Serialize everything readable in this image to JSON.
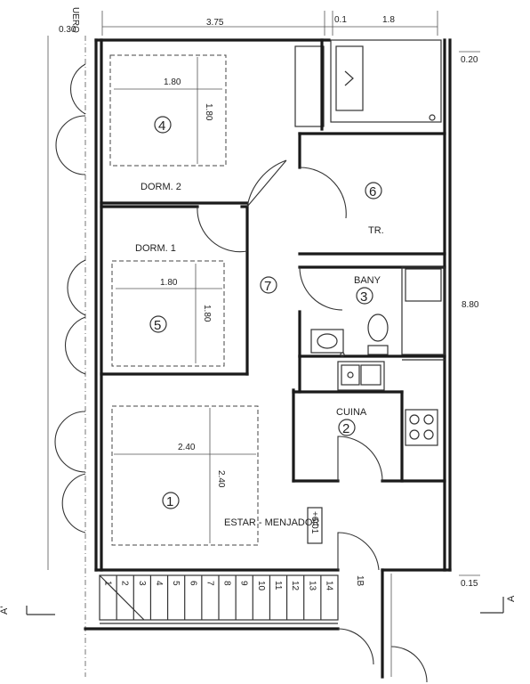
{
  "dimensions": {
    "top_left": "3.75",
    "top_mid": "0.1",
    "top_right": "1.8",
    "left_wall": "0.30",
    "right_top": "0.20",
    "right_total": "8.80",
    "right_bottom": "0.15",
    "left_vertical_text": "UERO"
  },
  "rooms": {
    "r4": {
      "number": "4",
      "label": "DORM. 2",
      "width": "1.80",
      "height": "1.80"
    },
    "r5": {
      "number": "5",
      "label": "DORM. 1",
      "width": "1.80",
      "height": "1.80"
    },
    "r6": {
      "number": "6",
      "label": "TR."
    },
    "r7": {
      "number": "7"
    },
    "r3": {
      "number": "3",
      "label": "BANY"
    },
    "r2": {
      "number": "2",
      "label": "CUINA"
    },
    "r1": {
      "number": "1",
      "label": "ESTAR - MENJADOR",
      "width": "2.40",
      "height": "2.40",
      "level": "+6.01"
    }
  },
  "stairs": {
    "steps": [
      "1",
      "2",
      "3",
      "4",
      "5",
      "6",
      "7",
      "8",
      "9",
      "10",
      "11",
      "12",
      "13",
      "14"
    ],
    "landing": "1B"
  },
  "section_marks": {
    "left": "A'",
    "right": "A"
  }
}
